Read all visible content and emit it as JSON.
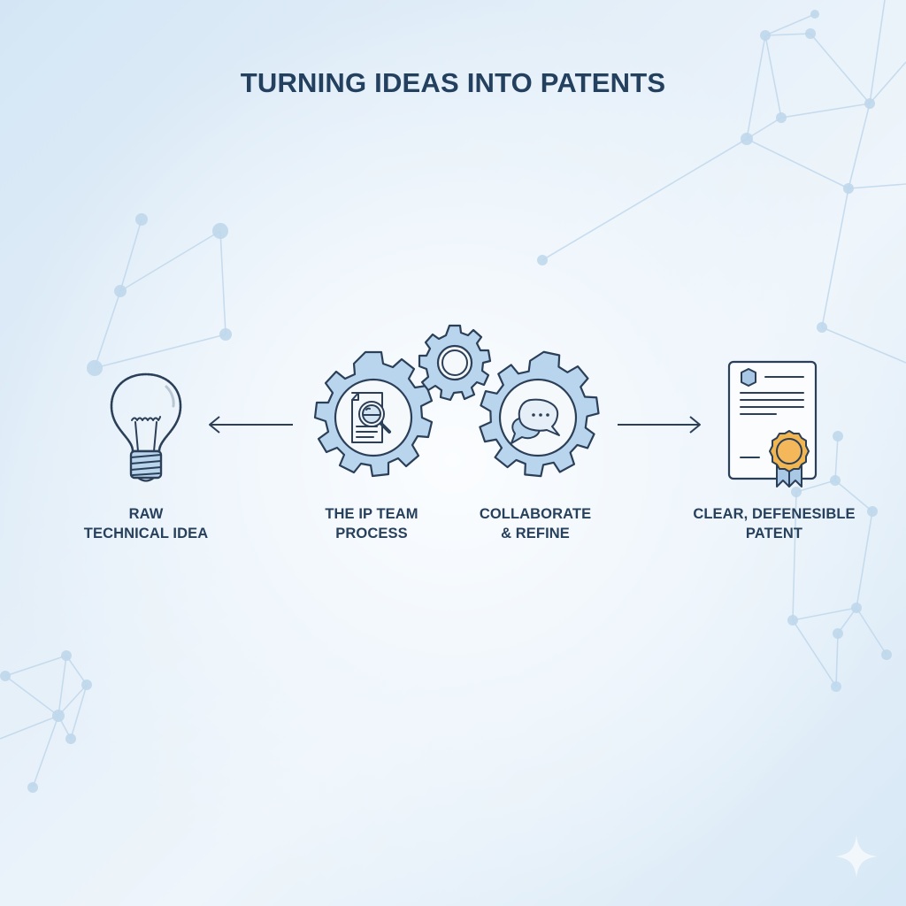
{
  "title": "TURNING IDEAS INTO PATENTS",
  "steps": [
    {
      "id": "raw-idea",
      "label_line1": "RAW",
      "label_line2": "TECHNICAL IDEA",
      "icon": "lightbulb-icon"
    },
    {
      "id": "ip-team",
      "label_line1": "THE IP TEAM",
      "label_line2": "PROCESS",
      "icon": "gear-document-search-icon"
    },
    {
      "id": "collaborate",
      "label_line1": "COLLABORATE",
      "label_line2": "& REFINE",
      "icon": "gear-chat-bubbles-icon"
    },
    {
      "id": "patent",
      "label_line1": "CLEAR, DEFENESIBLE",
      "label_line2": "PATENT",
      "icon": "certificate-ribbon-icon"
    }
  ],
  "connectors": [
    {
      "from": "ip-team",
      "to": "raw-idea",
      "direction": "left"
    },
    {
      "from": "collaborate",
      "to": "patent",
      "direction": "right"
    }
  ],
  "colors": {
    "title": "#24405f",
    "outline": "#2b3f58",
    "gear_fill": "#b9d5ee",
    "gear_inner": "#f6f9fc",
    "seal": "#f2b650",
    "network": "#b8d3ea"
  }
}
